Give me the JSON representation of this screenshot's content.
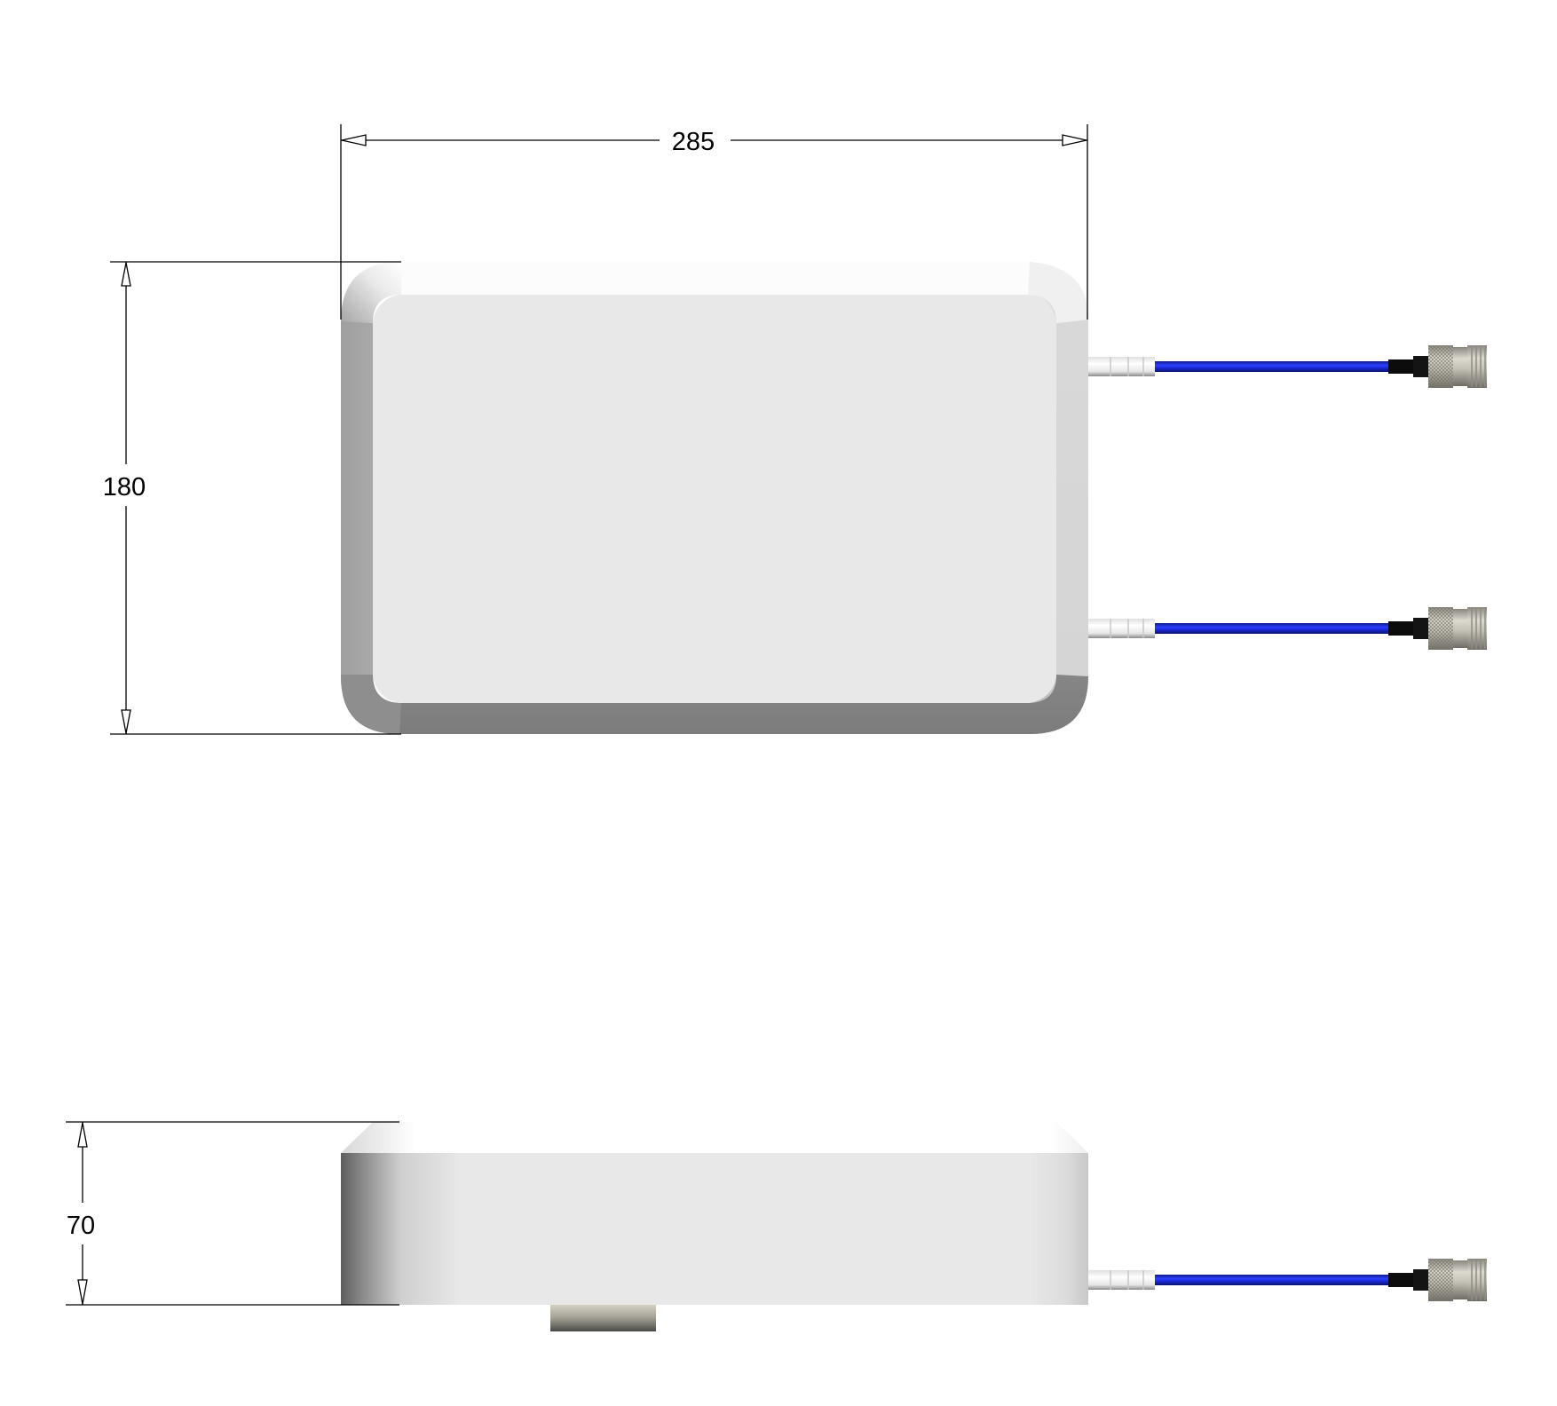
{
  "drawing": {
    "type": "technical-drawing",
    "subject": "panel antenna enclosure with two coaxial cable leads",
    "views": {
      "top": {
        "label": "top-view",
        "connectors": 2
      },
      "side": {
        "label": "side-view",
        "connectors": 1
      }
    },
    "dimensions": {
      "width": {
        "value": "285",
        "orientation": "horizontal",
        "view": "top"
      },
      "height": {
        "value": "180",
        "orientation": "vertical",
        "view": "top"
      },
      "thickness": {
        "value": "70",
        "orientation": "vertical",
        "view": "side"
      }
    },
    "colors": {
      "line": "#000000",
      "face": "#e8e8e8",
      "bevel_left": "#a5a5a5",
      "bevel_right": "#d5d5d5",
      "bevel_bottom": "#808080",
      "bevel_top": "#fcfcfc",
      "cable": "#1f2fd6",
      "cable_boot": "#111111",
      "strain_relief": "#f2f2f2",
      "connector": "#c8c6bc",
      "mount_tab": "#a9a79c"
    }
  }
}
